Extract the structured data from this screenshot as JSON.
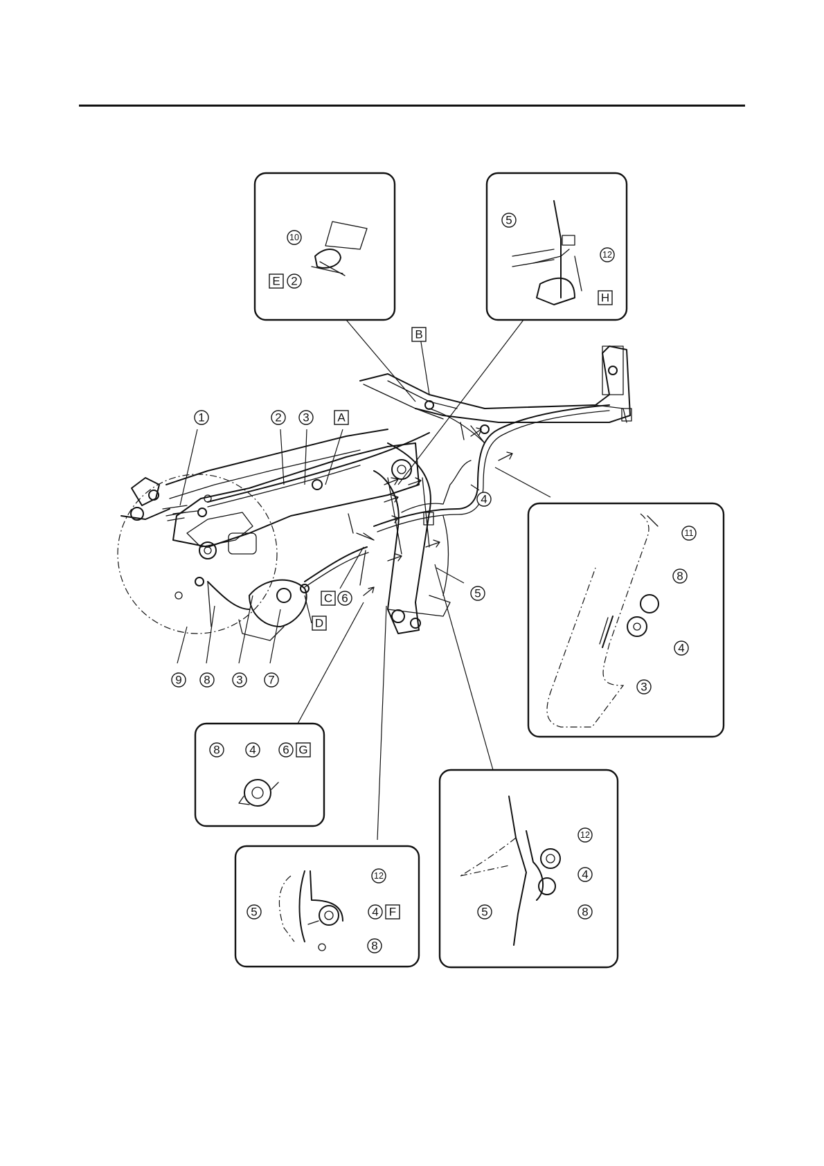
{
  "callouts": {
    "c1": "1",
    "c2": "2",
    "c3": "3",
    "c4": "4",
    "c5": "5",
    "c6": "6",
    "c7": "7",
    "c8": "8",
    "c9": "9",
    "c10": "10",
    "c11": "11",
    "c12": "12"
  },
  "letters": {
    "A": "A",
    "B": "B",
    "C": "C",
    "D": "D",
    "E": "E",
    "F": "F",
    "G": "G",
    "H": "H"
  },
  "icons": {
    "callout": "circled-number",
    "letter-box": "boxed-letter"
  },
  "colors": {
    "ink": "#111111",
    "background": "#ffffff"
  }
}
